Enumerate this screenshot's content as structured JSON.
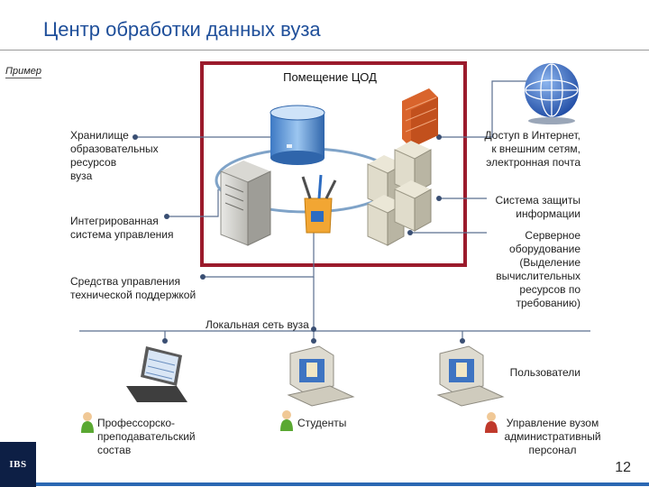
{
  "title": "Центр обработки данных вуза",
  "example_label": "Пример",
  "room_label": "Помещение ЦОД",
  "labels": {
    "storage": "Хранилище\nобразовательных\nресурсов\nвуза",
    "management_system": "Интегрированная\nсистема управления",
    "support_tools": "Средства управления\nтехнической поддержкой",
    "internet_access": "Доступ в Интернет,\nк внешним сетям,\nэлектронная почта",
    "security": "Система защиты\nинформации",
    "server_equipment": "Серверное\nоборудование\n(Выделение\nвычислительных\nресурсов по\nтребованию)",
    "lan": "Локальная сеть вуза",
    "users": "Пользователи",
    "faculty": "Профессорско-\nпреподавательский\nсостав",
    "students": "Студенты",
    "administration": "Управление вузом\nадминистративный\nперсонал"
  },
  "page_number": "12",
  "logo_text": "IBS",
  "colors": {
    "title": "#1f4f9a",
    "room_border": "#9b1b2c",
    "line": "#5b6f8f",
    "ring": "#7fa3c8",
    "accent_bar": "#2a67b3",
    "person_green": "#5aa832",
    "person_red": "#c0392b"
  },
  "icons": [
    "storage-cylinder-icon",
    "firewall-icon",
    "globe-icon",
    "server-tower-icon",
    "tools-icon",
    "server-cluster-icon",
    "laptop-icon",
    "workstation-icon",
    "person-icon"
  ]
}
